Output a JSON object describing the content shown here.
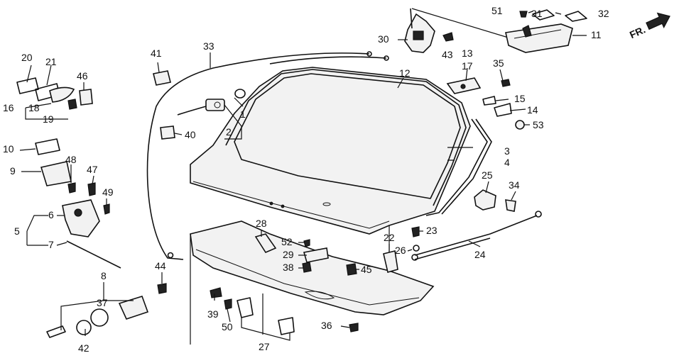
{
  "callouts": [
    {
      "id": "c1",
      "text": "1"
    },
    {
      "id": "c2",
      "text": "2"
    },
    {
      "id": "c3",
      "text": "3"
    },
    {
      "id": "c4",
      "text": "4"
    },
    {
      "id": "c5",
      "text": "5"
    },
    {
      "id": "c6",
      "text": "6"
    },
    {
      "id": "c7",
      "text": "7"
    },
    {
      "id": "c8",
      "text": "8"
    },
    {
      "id": "c9",
      "text": "9"
    },
    {
      "id": "c10",
      "text": "10"
    },
    {
      "id": "c11",
      "text": "11"
    },
    {
      "id": "c12",
      "text": "12"
    },
    {
      "id": "c13",
      "text": "13"
    },
    {
      "id": "c14",
      "text": "14"
    },
    {
      "id": "c15",
      "text": "15"
    },
    {
      "id": "c16",
      "text": "16"
    },
    {
      "id": "c17",
      "text": "17"
    },
    {
      "id": "c18",
      "text": "18"
    },
    {
      "id": "c19",
      "text": "19"
    },
    {
      "id": "c20",
      "text": "20"
    },
    {
      "id": "c21",
      "text": "21"
    },
    {
      "id": "c22",
      "text": "22"
    },
    {
      "id": "c23",
      "text": "23"
    },
    {
      "id": "c24",
      "text": "24"
    },
    {
      "id": "c25",
      "text": "25"
    },
    {
      "id": "c26",
      "text": "26"
    },
    {
      "id": "c27",
      "text": "27"
    },
    {
      "id": "c28",
      "text": "28"
    },
    {
      "id": "c29",
      "text": "29"
    },
    {
      "id": "c30",
      "text": "30"
    },
    {
      "id": "c31",
      "text": "31"
    },
    {
      "id": "c32",
      "text": "32"
    },
    {
      "id": "c33",
      "text": "33"
    },
    {
      "id": "c34",
      "text": "34"
    },
    {
      "id": "c35",
      "text": "35"
    },
    {
      "id": "c36",
      "text": "36"
    },
    {
      "id": "c37",
      "text": "37"
    },
    {
      "id": "c38",
      "text": "38"
    },
    {
      "id": "c39",
      "text": "39"
    },
    {
      "id": "c40",
      "text": "40"
    },
    {
      "id": "c41",
      "text": "41"
    },
    {
      "id": "c42",
      "text": "42"
    },
    {
      "id": "c43",
      "text": "43"
    },
    {
      "id": "c44",
      "text": "44"
    },
    {
      "id": "c45",
      "text": "45"
    },
    {
      "id": "c46",
      "text": "46"
    },
    {
      "id": "c47",
      "text": "47"
    },
    {
      "id": "c48",
      "text": "48"
    },
    {
      "id": "c49",
      "text": "49"
    },
    {
      "id": "c50",
      "text": "50"
    },
    {
      "id": "c51",
      "text": "51"
    },
    {
      "id": "c52",
      "text": "52"
    },
    {
      "id": "c53",
      "text": "53"
    }
  ],
  "direction_marker": {
    "text": "FR.",
    "icon": "forward-arrow-icon"
  }
}
